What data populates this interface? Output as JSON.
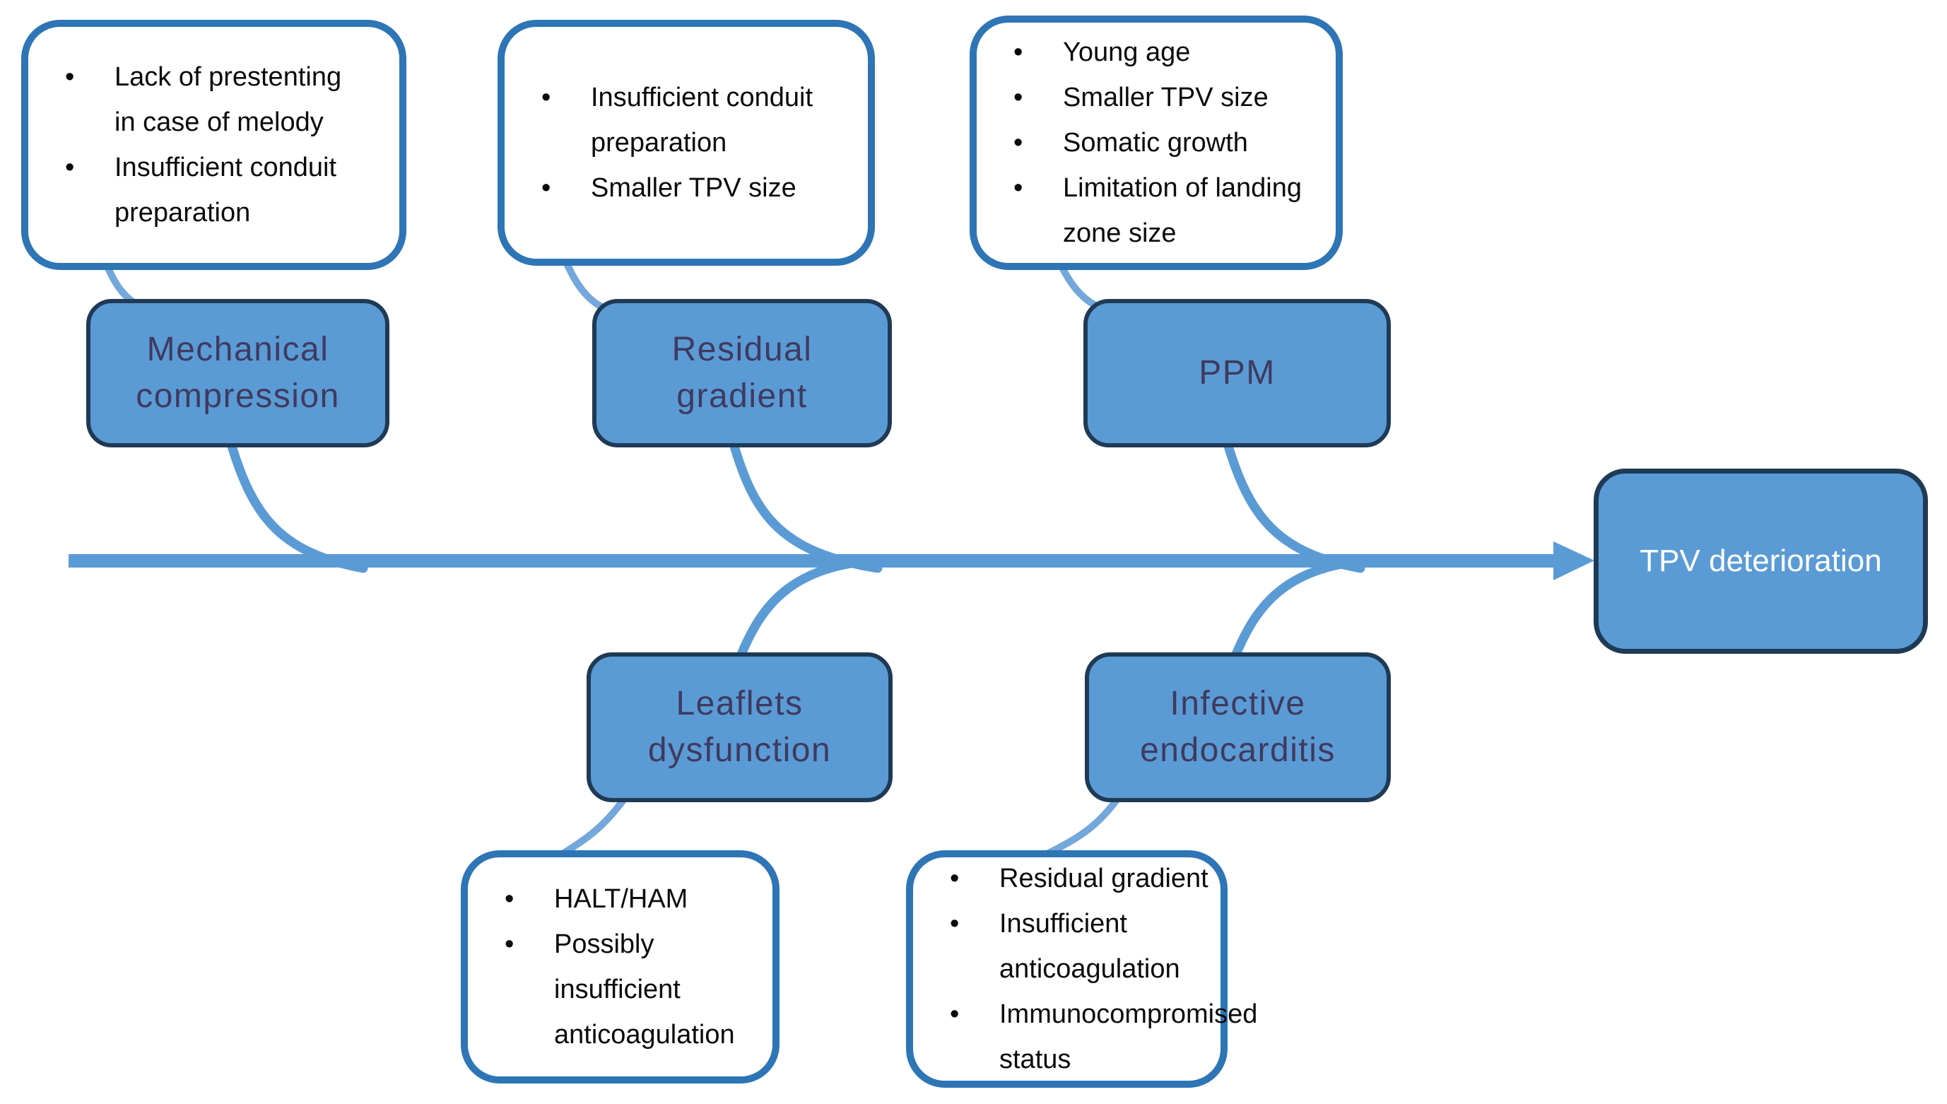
{
  "diagram": {
    "type": "fishbone-cause-effect",
    "result_box": {
      "label": "TPV deterioration"
    },
    "categories": [
      {
        "id": "mechanical-compression",
        "line1": "Mechanical",
        "line2": "compression"
      },
      {
        "id": "residual-gradient",
        "line1": "Residual",
        "line2": "gradient"
      },
      {
        "id": "ppm",
        "line1": "PPM",
        "line2": ""
      },
      {
        "id": "leaflets-dysfunction",
        "line1": "Leaflets",
        "line2": "dysfunction"
      },
      {
        "id": "infective-endocarditis",
        "line1": "Infective",
        "line2": "endocarditis"
      }
    ],
    "cause_boxes": [
      {
        "category": "mechanical-compression",
        "items": [
          "Lack of prestenting in case of melody",
          "Insufficient conduit preparation"
        ]
      },
      {
        "category": "residual-gradient",
        "items": [
          "Insufficient conduit preparation",
          "Smaller TPV size"
        ]
      },
      {
        "category": "ppm",
        "items": [
          "Young age",
          "Smaller TPV size",
          "Somatic growth",
          "Limitation of landing zone size"
        ]
      },
      {
        "category": "leaflets-dysfunction",
        "items": [
          "HALT/HAM",
          "Possibly insufficient anticoagulation"
        ]
      },
      {
        "category": "infective-endocarditis",
        "items": [
          "Residual gradient",
          "Insufficient anticoagulation",
          "Immunocompromised status"
        ]
      }
    ],
    "colors": {
      "background": "#FFFFFF",
      "spine": "#5B9BD5",
      "tail": "#74A7DB",
      "category-fill": "#5B9BD5",
      "category-border": "#1F3A55",
      "category-text": "#3F3A5F",
      "callout-border": "#2E75B6",
      "cause-text": "#0B0B0B",
      "result-text": "#FFFFFF"
    }
  }
}
